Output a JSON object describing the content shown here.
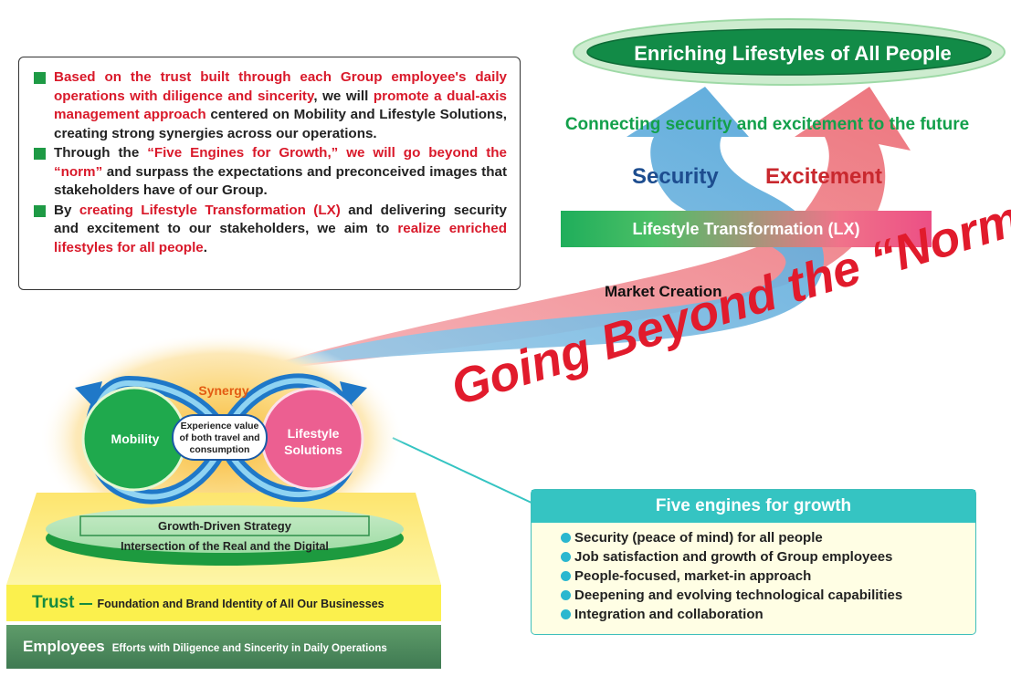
{
  "mission": {
    "items": [
      {
        "segments": [
          {
            "text": "Based on the trust built through each Group employee's daily operations with diligence and sincerity",
            "red": true
          },
          {
            "text": ", we will ",
            "red": false
          },
          {
            "text": "promote a dual-axis management approach",
            "red": true
          },
          {
            "text": " centered on Mobility and Lifestyle Solutions, creating strong synergies across our operations.",
            "red": false
          }
        ]
      },
      {
        "segments": [
          {
            "text": "Through the ",
            "red": false
          },
          {
            "text": "“Five Engines for Growth,” we will go beyond the “norm”",
            "red": true
          },
          {
            "text": " and surpass the expectations and preconceived images that stakeholders have of our Group.",
            "red": false
          }
        ]
      },
      {
        "segments": [
          {
            "text": "By ",
            "red": false
          },
          {
            "text": "creating Lifestyle Transformation (LX)",
            "red": true
          },
          {
            "text": " and delivering security and excitement to our stakeholders, we aim to ",
            "red": false
          },
          {
            "text": "realize enriched lifestyles for all people",
            "red": true
          },
          {
            "text": ".",
            "red": false
          }
        ]
      }
    ]
  },
  "goal": "Enriching Lifestyles of All People",
  "connecting": "Connecting security and excitement to the future",
  "security": "Security",
  "excitement": "Excitement",
  "lx": "Lifestyle Transformation (LX)",
  "market_creation": "Market Creation",
  "going_beyond": "Going Beyond the “Norm”",
  "synergy": "Synergy",
  "mobility": "Mobility",
  "lifestyle_solutions": [
    "Lifestyle",
    "Solutions"
  ],
  "experience_value": [
    "Experience value",
    "of both travel and",
    "consumption"
  ],
  "growth_driven": "Growth-Driven Strategy",
  "intersection": "Intersection of the Real and the Digital",
  "trust": {
    "word": "Trust",
    "desc": "Foundation and Brand Identity of All Our Businesses"
  },
  "employees": {
    "word": "Employees",
    "desc": "Efforts with Diligence and Sincerity in Daily Operations"
  },
  "engines": {
    "title": "Five engines for growth",
    "items": [
      "Security (peace of mind) for all people",
      "Job satisfaction and growth of Group employees",
      "People-focused, market-in approach",
      "Deepening and evolving technological capabilities",
      "Integration and collaboration"
    ]
  },
  "colors": {
    "brand_green": "#1e9a45",
    "accent_red": "#d9192a",
    "security_blue": "#1d4d8f",
    "teal": "#35c4c2",
    "trust_yellow": "#fbf04d"
  }
}
